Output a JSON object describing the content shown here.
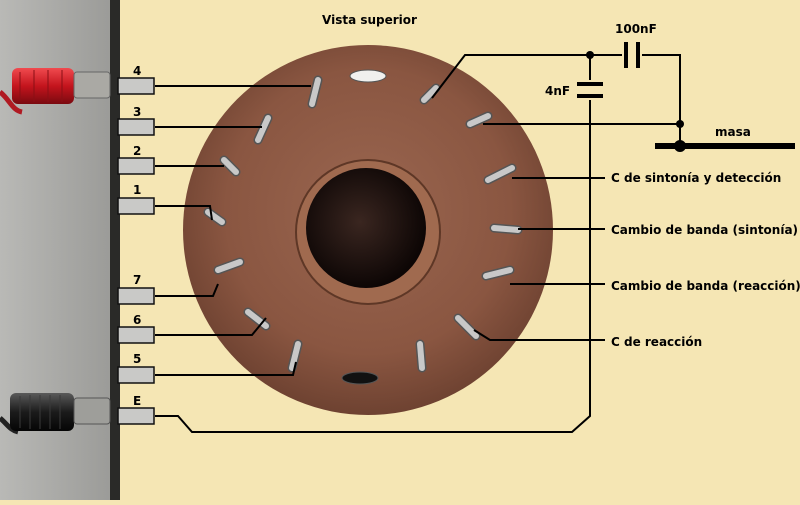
{
  "title": "Vista superior",
  "capacitors": {
    "c1": "100nF",
    "c2": "4nF"
  },
  "ground_label": "masa",
  "left_pins": [
    {
      "id": "4"
    },
    {
      "id": "3"
    },
    {
      "id": "2"
    },
    {
      "id": "1"
    },
    {
      "id": "7"
    },
    {
      "id": "6"
    },
    {
      "id": "5"
    },
    {
      "id": "E"
    }
  ],
  "right_labels": [
    "C de sintonía y detección",
    "Cambio de banda (sintonía)",
    "Cambio de banda (reacción)",
    "C de reacción"
  ],
  "colors": {
    "background": "#f5e6b4",
    "panel": "#a9a9a7",
    "base": "#8e5a44",
    "red_terminal": "#d3202a",
    "black_terminal": "#1b1b1b"
  }
}
